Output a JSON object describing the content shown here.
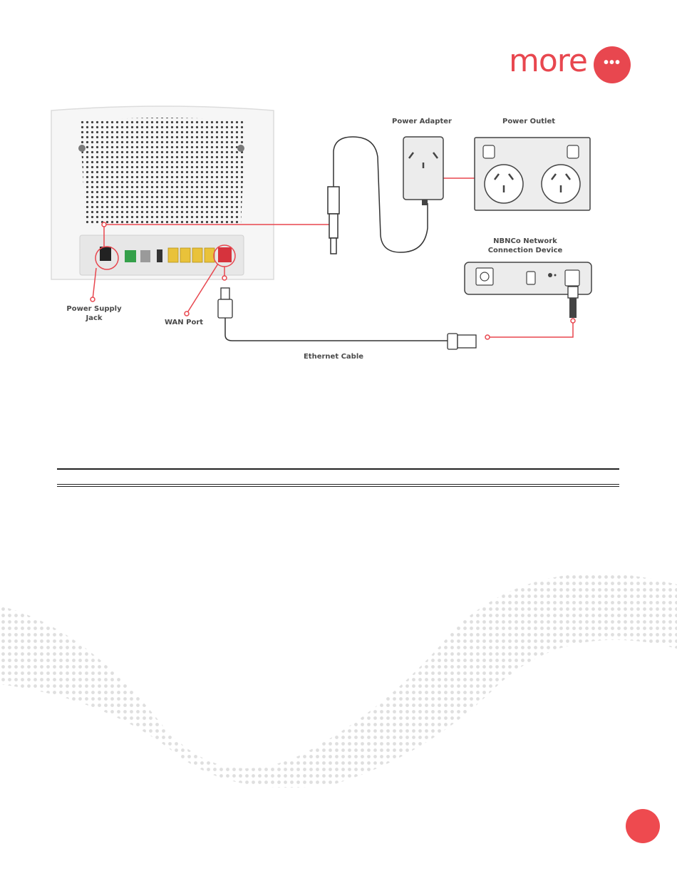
{
  "brand": {
    "logo_text": "more",
    "logo_dots": "•••",
    "accent_color": "#e8474f"
  },
  "diagram": {
    "labels": {
      "power_adapter": "Power Adapter",
      "power_outlet": "Power Outlet",
      "nbn_line1": "NBNCo Network",
      "nbn_line2": "Connection Device",
      "power_jack_line1": "Power Supply",
      "power_jack_line2": "Jack",
      "wan_port": "WAN Port",
      "ethernet_cable": "Ethernet Cable"
    },
    "colors": {
      "ethernet_ports": "#e9c23a",
      "wan_port": "#d6333d",
      "telephone_port": "#35a04a",
      "highlight": "#e8474f"
    }
  }
}
